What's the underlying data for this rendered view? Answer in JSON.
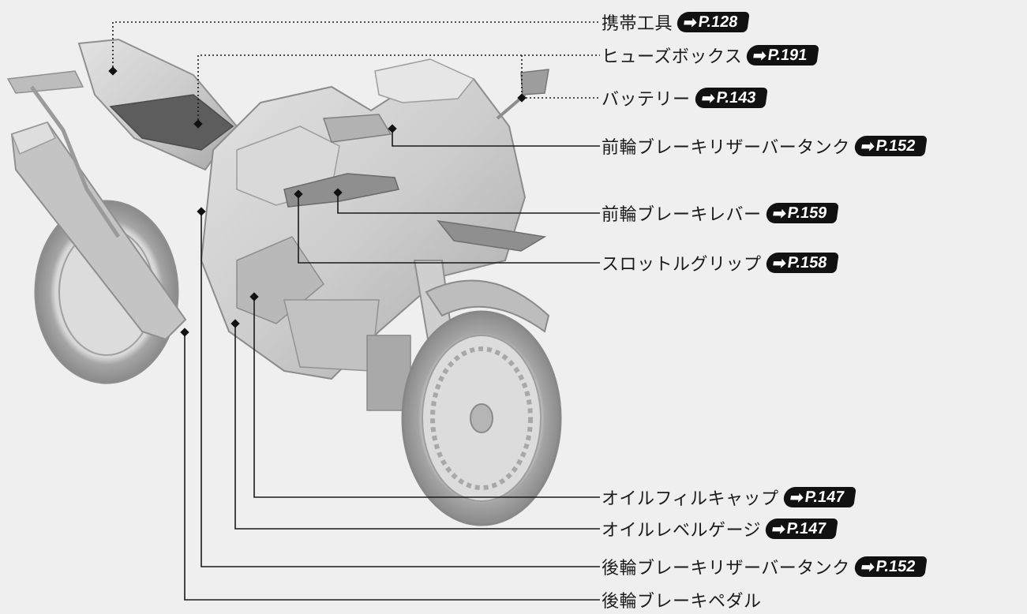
{
  "diagram": {
    "callouts": [
      {
        "id": "tool-kit",
        "label": "携帯工具",
        "ref": "P.128",
        "style": "dotted"
      },
      {
        "id": "fuse-box",
        "label": "ヒューズボックス",
        "ref": "P.191",
        "style": "dotted"
      },
      {
        "id": "battery",
        "label": "バッテリー",
        "ref": "P.143",
        "style": "dotted"
      },
      {
        "id": "front-brake-reservoir",
        "label": "前輪ブレーキリザーバータンク",
        "ref": "P.152",
        "style": "solid"
      },
      {
        "id": "front-brake-lever",
        "label": "前輪ブレーキレバー",
        "ref": "P.159",
        "style": "solid"
      },
      {
        "id": "throttle-grip",
        "label": "スロットルグリップ",
        "ref": "P.158",
        "style": "solid"
      },
      {
        "id": "oil-filler-cap",
        "label": "オイルフィルキャップ",
        "ref": "P.147",
        "style": "solid"
      },
      {
        "id": "oil-level-gauge",
        "label": "オイルレベルゲージ",
        "ref": "P.147",
        "style": "solid"
      },
      {
        "id": "rear-brake-reservoir",
        "label": "後輪ブレーキリザーバータンク",
        "ref": "P.152",
        "style": "solid"
      },
      {
        "id": "rear-brake-pedal",
        "label": "後輪ブレーキペダル",
        "ref": "",
        "style": "solid"
      }
    ]
  },
  "colors": {
    "background": "#efefef",
    "line": "#1a1a1a",
    "badge": "#111111",
    "bike_body": "#cfcfcf"
  },
  "icons": {
    "arrow": "arrow-right-icon"
  }
}
